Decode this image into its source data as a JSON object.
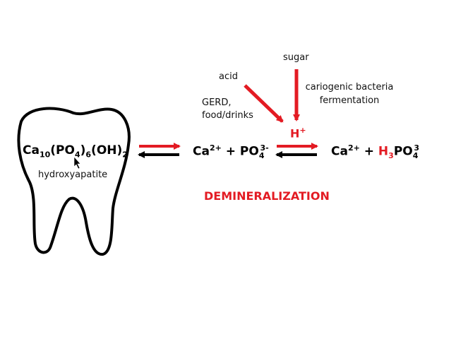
{
  "colors": {
    "accent_red": "#e31b23",
    "ink": "#000000",
    "background": "#ffffff"
  },
  "tooth": {
    "formula_parts": {
      "ca": "Ca",
      "ca_sub": "10",
      "po": "(PO",
      "po_sub": "4",
      "po_close": ")",
      "po_group_sub": "6",
      "oh": "(OH)",
      "oh_sub": "2"
    },
    "label": "hydroxyapatite"
  },
  "middle": {
    "ca": "Ca",
    "ca_sup": "2+",
    "plus": " + PO",
    "po_sub": "4",
    "po_sup": "3-"
  },
  "right": {
    "ca": "Ca",
    "ca_sup": "2+",
    "plus": " + ",
    "h": "H",
    "h_sub": "3",
    "po": "PO",
    "po_sub": "4",
    "po_sup": "3"
  },
  "inputs": {
    "sugar": "sugar",
    "acid": "acid",
    "gerd": "GERD,\nfood/drinks",
    "bacteria": "cariogenic bacteria\nfermentation",
    "h": "H",
    "h_sup": "+"
  },
  "process_label": "DEMINERALIZATION",
  "icons": {
    "cursor": "mouse-pointer-icon",
    "tooth": "tooth-icon"
  }
}
